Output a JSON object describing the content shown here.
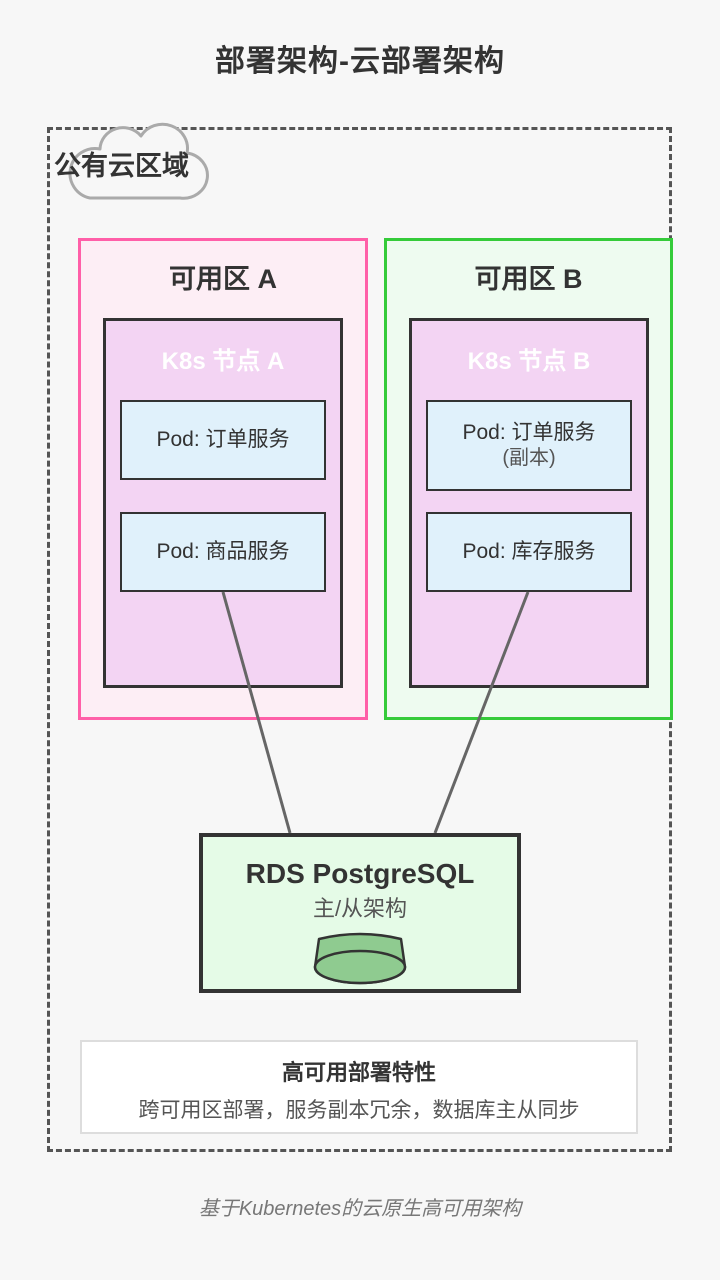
{
  "title": "部署架构-云部署架构",
  "region": {
    "label": "公有云区域",
    "icon": "cloud-icon"
  },
  "zones": [
    {
      "title": "可用区 A",
      "accent_color": "#ff5fa8",
      "bg_color": "#fdeef5",
      "node": {
        "title": "K8s 节点 A",
        "bg_color": "#f3d4f3",
        "pods": [
          {
            "label": "Pod: 订单服务",
            "sub": ""
          },
          {
            "label": "Pod: 商品服务",
            "sub": ""
          }
        ]
      }
    },
    {
      "title": "可用区 B",
      "accent_color": "#35cb3a",
      "bg_color": "#eefbf0",
      "node": {
        "title": "K8s 节点 B",
        "bg_color": "#f3d4f3",
        "pods": [
          {
            "label": "Pod: 订单服务",
            "sub": "(副本)"
          },
          {
            "label": "Pod: 库存服务",
            "sub": ""
          }
        ]
      }
    }
  ],
  "database": {
    "title": "RDS PostgreSQL",
    "subtitle": "主/从架构",
    "icon": "database-cylinder-icon",
    "bg_color": "#e5fbe7",
    "cylinder_color": "#8fcb90"
  },
  "features": {
    "title": "高可用部署特性",
    "description": "跨可用区部署，服务副本冗余，数据库主从同步"
  },
  "footer": "基于Kubernetes的云原生高可用架构",
  "colors": {
    "page_bg": "#f7f7f7",
    "dashed_border": "#555555",
    "pod_bg": "#e0f1fb",
    "box_border": "#333333",
    "connector": "#666666"
  }
}
